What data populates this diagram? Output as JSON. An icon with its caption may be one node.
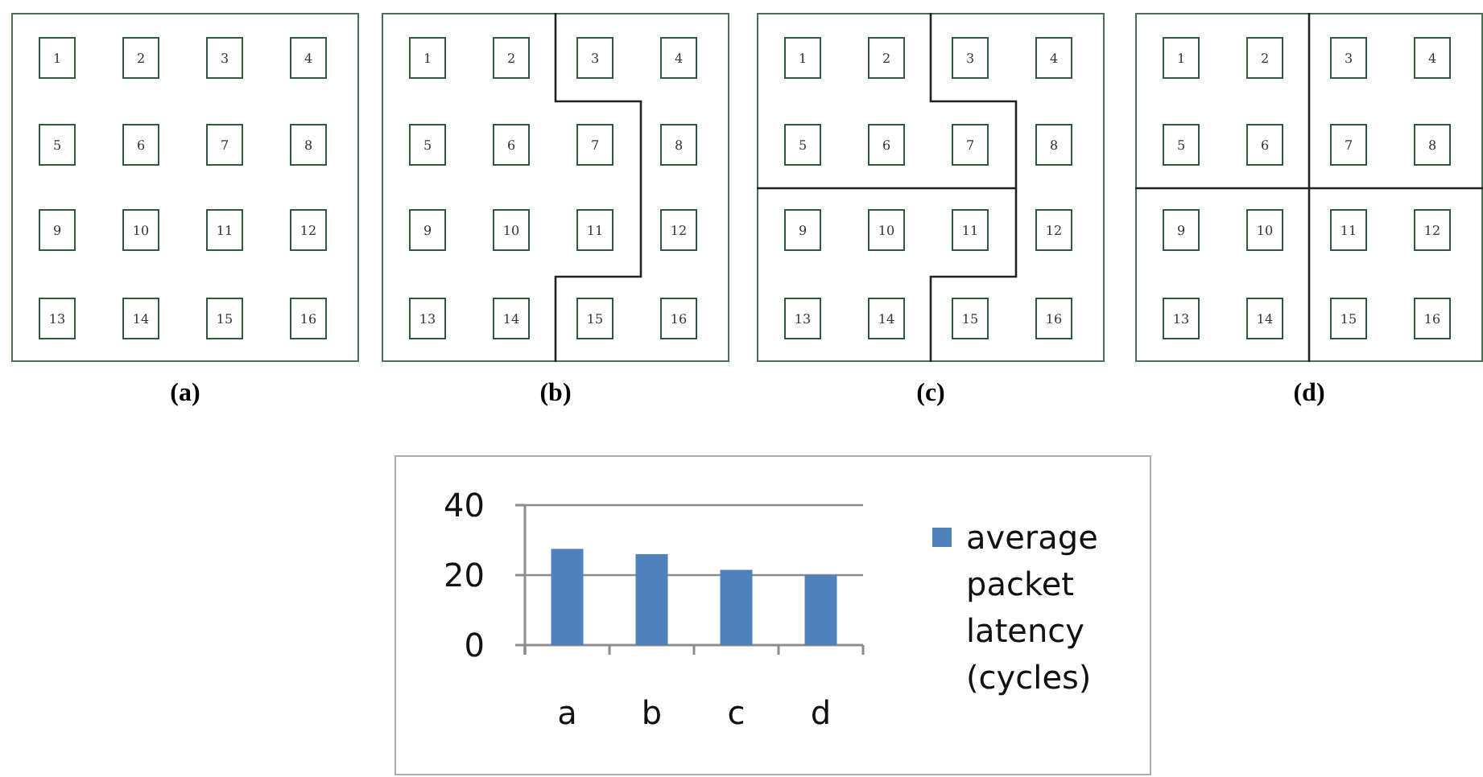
{
  "diagram": {
    "nodes": [
      {
        "text": [
          "(a)"
        ]
      },
      {
        "text": [
          "1"
        ],
        "in": 0
      },
      {
        "text": [
          "2"
        ],
        "in": 0
      },
      {
        "text": [
          "3"
        ],
        "in": 0
      },
      {
        "text": [
          "4"
        ],
        "in": 0
      },
      {
        "text": [
          "5"
        ],
        "in": 0
      },
      {
        "text": [
          "6"
        ],
        "in": 0
      },
      {
        "text": [
          "7"
        ],
        "in": 0
      },
      {
        "text": [
          "8"
        ],
        "in": 0
      },
      {
        "text": [
          "9"
        ],
        "in": 0
      },
      {
        "text": [
          "10"
        ],
        "in": 0
      },
      {
        "text": [
          "11"
        ],
        "in": 0
      },
      {
        "text": [
          "12"
        ],
        "in": 0
      },
      {
        "text": [
          "13"
        ],
        "in": 0
      },
      {
        "text": [
          "14"
        ],
        "in": 0
      },
      {
        "text": [
          "15"
        ],
        "in": 0
      },
      {
        "text": [
          "16"
        ],
        "in": 0
      },
      {
        "text": [
          "(b)"
        ]
      },
      {
        "text": [
          "1"
        ],
        "in": 17
      },
      {
        "text": [
          "2"
        ],
        "in": 17
      },
      {
        "text": [
          "3"
        ],
        "in": 17
      },
      {
        "text": [
          "4"
        ],
        "in": 17
      },
      {
        "text": [
          "5"
        ],
        "in": 17
      },
      {
        "text": [
          "6"
        ],
        "in": 17
      },
      {
        "text": [
          "7"
        ],
        "in": 17
      },
      {
        "text": [
          "8"
        ],
        "in": 17
      },
      {
        "text": [
          "9"
        ],
        "in": 17
      },
      {
        "text": [
          "10"
        ],
        "in": 17
      },
      {
        "text": [
          "11"
        ],
        "in": 17
      },
      {
        "text": [
          "12"
        ],
        "in": 17
      },
      {
        "text": [
          "13"
        ],
        "in": 17
      },
      {
        "text": [
          "14"
        ],
        "in": 17
      },
      {
        "text": [
          "15"
        ],
        "in": 17
      },
      {
        "text": [
          "16"
        ],
        "in": 17
      },
      {
        "text": [
          "(c)"
        ]
      },
      {
        "text": [
          "1"
        ],
        "in": 34
      },
      {
        "text": [
          "2"
        ],
        "in": 34
      },
      {
        "text": [
          "3"
        ],
        "in": 34
      },
      {
        "text": [
          "4"
        ],
        "in": 34
      },
      {
        "text": [
          "5"
        ],
        "in": 34
      },
      {
        "text": [
          "6"
        ],
        "in": 34
      },
      {
        "text": [
          "7"
        ],
        "in": 34
      },
      {
        "text": [
          "8"
        ],
        "in": 34
      },
      {
        "text": [
          "9"
        ],
        "in": 34
      },
      {
        "text": [
          "10"
        ],
        "in": 34
      },
      {
        "text": [
          "11"
        ],
        "in": 34
      },
      {
        "text": [
          "12"
        ],
        "in": 34
      },
      {
        "text": [
          "13"
        ],
        "in": 34
      },
      {
        "text": [
          "14"
        ],
        "in": 34
      },
      {
        "text": [
          "15"
        ],
        "in": 34
      },
      {
        "text": [
          "16"
        ],
        "in": 34
      },
      {
        "text": [
          "(d)"
        ]
      },
      {
        "text": [
          "1"
        ],
        "in": 51
      },
      {
        "text": [
          "2"
        ],
        "in": 51
      },
      {
        "text": [
          "3"
        ],
        "in": 51
      },
      {
        "text": [
          "4"
        ],
        "in": 51
      },
      {
        "text": [
          "5"
        ],
        "in": 51
      },
      {
        "text": [
          "6"
        ],
        "in": 51
      },
      {
        "text": [
          "7"
        ],
        "in": 51
      },
      {
        "text": [
          "8"
        ],
        "in": 51
      },
      {
        "text": [
          "9"
        ],
        "in": 51
      },
      {
        "text": [
          "10"
        ],
        "in": 51
      },
      {
        "text": [
          "11"
        ],
        "in": 51
      },
      {
        "text": [
          "12"
        ],
        "in": 51
      },
      {
        "text": [
          "13"
        ],
        "in": 51
      },
      {
        "text": [
          "14"
        ],
        "in": 51
      },
      {
        "text": [
          "15"
        ],
        "in": 51
      },
      {
        "text": [
          "16"
        ],
        "in": 51
      }
    ],
    "edges": [],
    "chart_data": {
      "type": "bar",
      "categories": [
        "a",
        "b",
        "c",
        "d"
      ],
      "series": [
        {
          "name": "average packet latency (cycles)",
          "color": "#4f81bd",
          "values": [
            27.5,
            26,
            21.5,
            20
          ]
        }
      ],
      "ylim": [
        0,
        40
      ],
      "yticks": [
        0,
        20,
        40
      ]
    }
  }
}
